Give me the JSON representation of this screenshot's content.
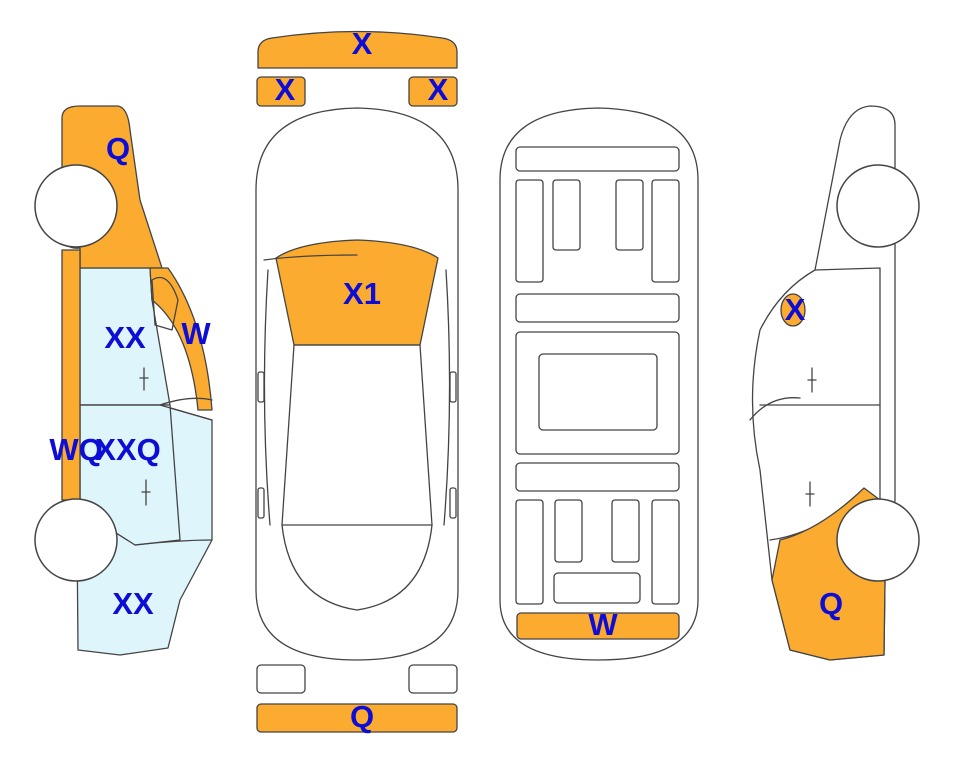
{
  "colors": {
    "damage_fill": "#FBAB2F",
    "scratch_fill": "#DEF5FB",
    "outline": "#444444",
    "label_text": "#0D0DD6"
  },
  "labels": {
    "front_bumper": "X",
    "headlight_left": "X",
    "headlight_right": "X",
    "hood": "X1",
    "rear_bumper": "Q",
    "trunk": "W",
    "left_front_fender": "Q",
    "left_a_pillar": "W",
    "left_front_door": "XX",
    "left_rocker": "WQ",
    "left_rear_door": "XXQ",
    "left_rear_quarter": "XX",
    "right_mirror": "X",
    "right_rear_quarter": "Q"
  }
}
